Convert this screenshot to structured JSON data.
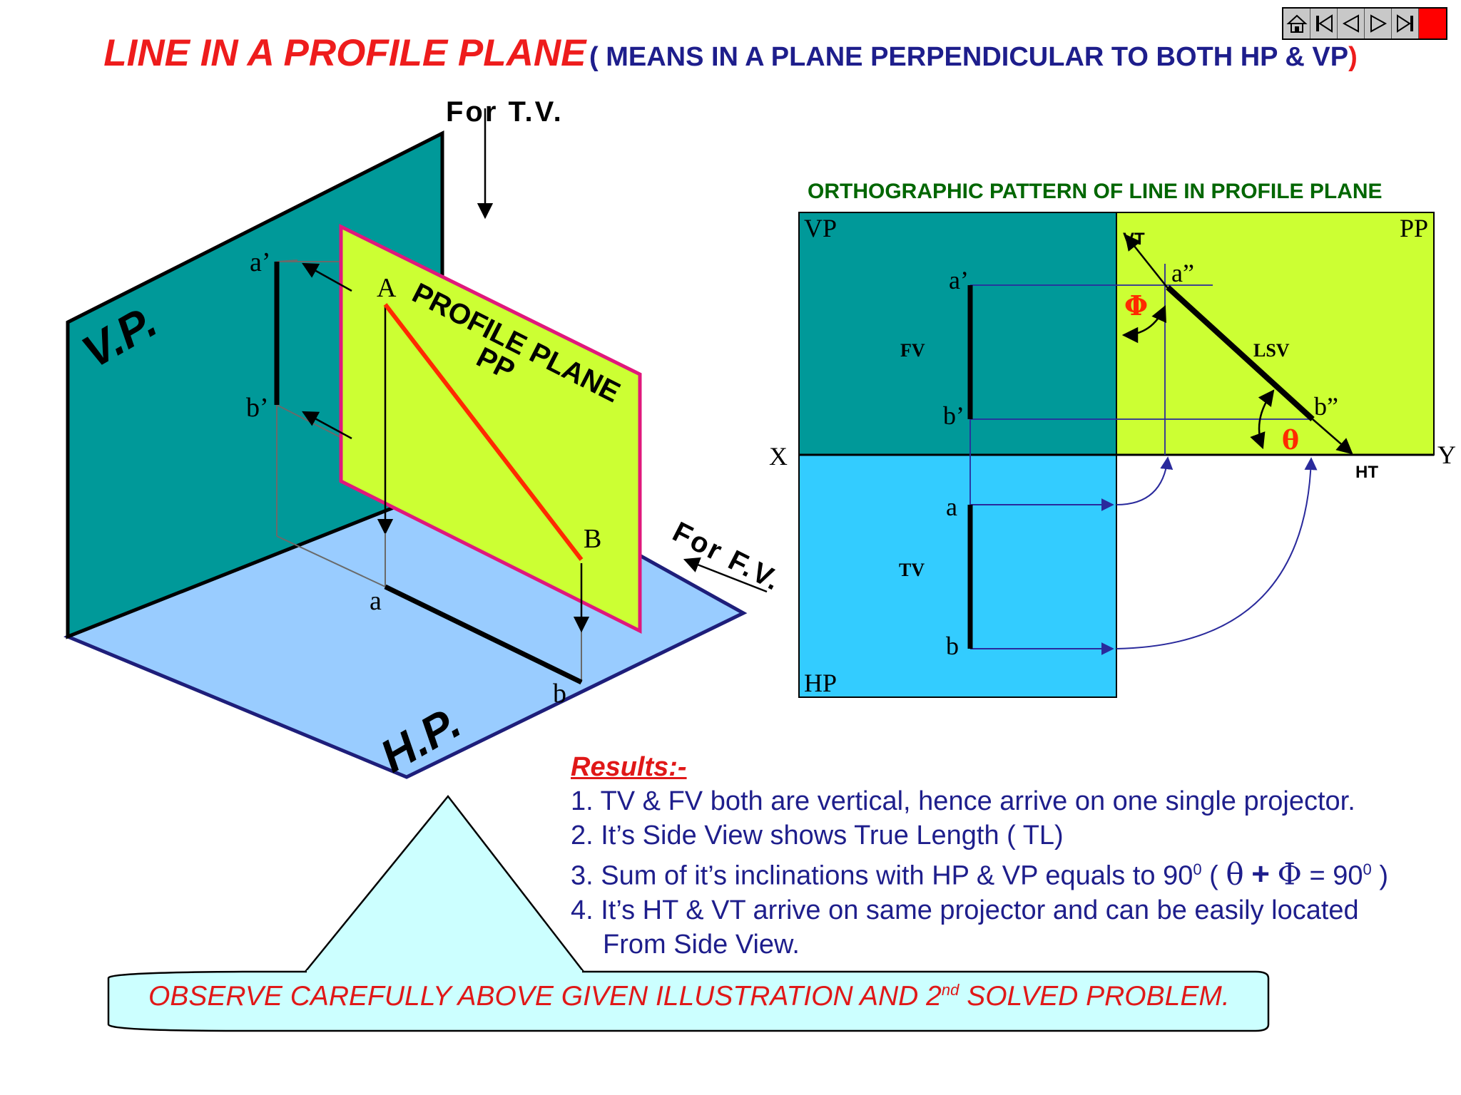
{
  "title": {
    "main": "LINE IN A PROFILE PLANE",
    "open": "( ",
    "sub": "MEANS IN A PLANE PERPENDICULAR TO BOTH HP & VP",
    "close": ")"
  },
  "nav": [
    "home-icon",
    "first-slide-icon",
    "previous-slide-icon",
    "next-slide-icon",
    "last-slide-icon",
    "stop-icon"
  ],
  "colors": {
    "vp": "#009999",
    "hp": "#99ccff",
    "pp": "#ccff33",
    "pp_border": "#e0187c",
    "hp_ortho": "#33ccff",
    "line_red": "#ff2a00",
    "text_blue": "#1e1e8c",
    "arc_blue": "#2a2a9c",
    "title_red": "#ee1c1c",
    "green": "#006600",
    "callout": "#ccffff"
  },
  "pictorial": {
    "vp_label": "V.P.",
    "hp_label": "H.P.",
    "pp_label": [
      "PROFILE PLANE",
      "PP"
    ],
    "for_tv": "For T.V.",
    "for_fv": "For F.V.",
    "points": {
      "A": "A",
      "B": "B",
      "a_dash": "a’",
      "b_dash": "b’",
      "a": "a",
      "b": "b"
    }
  },
  "ortho": {
    "title": "ORTHOGRAPHIC PATTERN OF LINE IN PROFILE PLANE",
    "vp": "VP",
    "pp": "PP",
    "hp": "HP",
    "x": "X",
    "y": "Y",
    "vt": "VT",
    "ht": "HT",
    "lsv": "LSV",
    "fv": "FV",
    "tv": "TV",
    "a_dash": "a’",
    "b_dash": "b’",
    "a_dd": "a”",
    "b_dd": "b”",
    "a": "a",
    "b": "b",
    "phi": "Φ",
    "theta": "θ"
  },
  "results": {
    "title": "Results:-",
    "items": [
      "1. TV & FV both are vertical, hence arrive on one single projector.",
      "2. It’s Side View shows True Length ( TL)"
    ],
    "item3_text": "3. Sum of it’s inclinations with HP & VP equals to 90",
    "item3_sup": "0",
    "item3_open": " ( ",
    "theta": "θ",
    "plus": "+",
    "phi": "Φ",
    "item3_eq": " = 90",
    "item3_sup2": "0",
    "item3_close": " )",
    "item4_line1": "4. It’s HT & VT arrive on same projector and can be easily located",
    "item4_line2": "From Side View."
  },
  "callout": {
    "text_before": "OBSERVE CAREFULLY ABOVE GIVEN ILLUSTRATION AND 2",
    "sup": "nd",
    "text_after": " SOLVED PROBLEM."
  }
}
